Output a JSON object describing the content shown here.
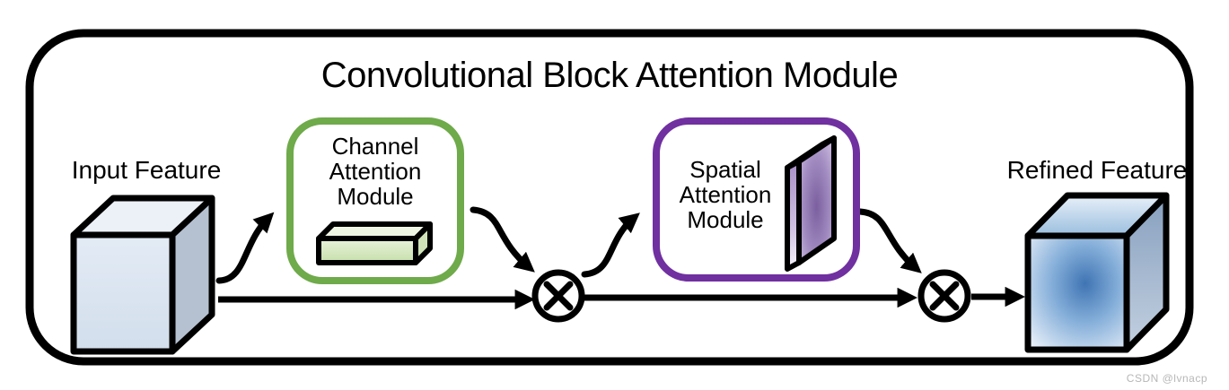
{
  "title": "Convolutional Block Attention Module",
  "input_feature": {
    "label": "Input Feature"
  },
  "refined_feature": {
    "label": "Refined Feature"
  },
  "channel_module": {
    "lines": [
      "Channel",
      "Attention",
      "Module"
    ],
    "border_color": "#6faa4b"
  },
  "spatial_module": {
    "lines": [
      "Spatial",
      "Attention",
      "Module"
    ],
    "border_color": "#7030a0"
  },
  "operators": {
    "glyph": "⊗"
  },
  "watermark": "CSDN @lvnacp",
  "colors": {
    "outer_border": "#000000",
    "channel_green": "#6faa4b",
    "spatial_purple": "#7030a0",
    "input_cube_front": "#dbe5f1",
    "refined_cube_center": "#3f74b3",
    "background": "#ffffff"
  }
}
